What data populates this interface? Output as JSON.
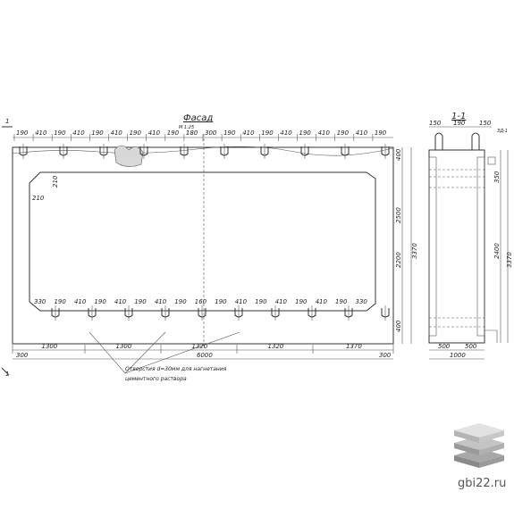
{
  "drawing": {
    "facade_title": "Фасад",
    "facade_scale": "М 1:25",
    "section_title": "1-1",
    "section_ref_left": "1",
    "section_ref_right": "1",
    "top_dims": [
      "190",
      "410",
      "190",
      "410",
      "190",
      "410",
      "190",
      "410",
      "190",
      "180",
      "300",
      "190",
      "410",
      "190",
      "410",
      "190",
      "410",
      "190",
      "410",
      "190"
    ],
    "bottom_dims": [
      "330",
      "190",
      "410",
      "190",
      "410",
      "190",
      "410",
      "190",
      "160",
      "190",
      "410",
      "190",
      "410",
      "190",
      "410",
      "190",
      "330"
    ],
    "segment_dims": [
      "1300",
      "1300",
      "1320",
      "1320",
      "1370"
    ],
    "total_length": "6000",
    "end_offset_left": "300",
    "end_offset_right": "300",
    "right_height_dims": [
      "400",
      "2500",
      "2200",
      "400"
    ],
    "right_total_height": "3370",
    "left_small_dims": [
      "210",
      "210"
    ],
    "section_top_dims": [
      "150",
      "190",
      "150"
    ],
    "section_height": "2400",
    "section_total": "3370",
    "section_bottom_dims": [
      "500",
      "500"
    ],
    "section_bottom_total": "1000",
    "section_upper_dim": "350",
    "section_marker": "ЗД-1",
    "note_line1": "Отверстия d=30мм для нагнетания",
    "note_line2": "цементного раствора"
  },
  "brand": {
    "site": "gbi22.ru"
  },
  "colors": {
    "logo_top": "#e2e2e2",
    "logo_mid": "#c4c4c4",
    "logo_bottom": "#a8a8a8"
  }
}
